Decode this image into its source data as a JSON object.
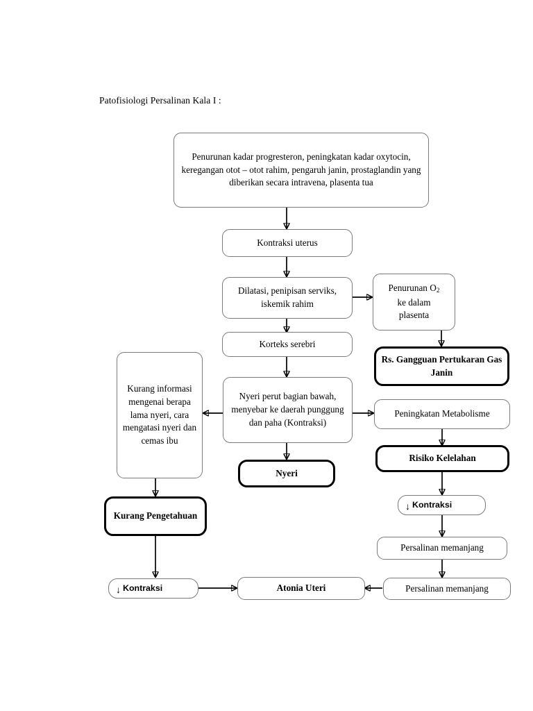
{
  "document": {
    "title": "Patofisiologi Persalinan Kala I :"
  },
  "colors": {
    "background": "#ffffff",
    "text": "#000000",
    "thin_border": "#7a7a7a",
    "thick_border": "#000000",
    "connector": "#000000"
  },
  "nodes": {
    "trigger": {
      "text": "Penurunan kadar progresteron, peningkatan kadar oxytocin, keregangan otot – otot rahim, pengaruh janin, prostaglandin yang diberikan secara intravena, plasenta tua",
      "style": "thin"
    },
    "kontraksi_uterus": {
      "text": "Kontraksi uterus",
      "style": "thin"
    },
    "dilatasi": {
      "text": "Dilatasi, penipisan serviks, iskemik rahim",
      "style": "thin"
    },
    "penurunan_o2": {
      "text_line1": "Penurunan O",
      "subscript": "2",
      "text_line2": "ke dalam",
      "text_line3": "plasenta",
      "style": "thin"
    },
    "korteks_serebri": {
      "text": "Korteks serebri",
      "style": "thin"
    },
    "rs_gangguan": {
      "text": "Rs. Gangguan Pertukaran Gas Janin",
      "style": "thick"
    },
    "kurang_informasi": {
      "text": "Kurang informasi mengenai berapa lama nyeri, cara mengatasi nyeri dan cemas ibu",
      "style": "thin"
    },
    "nyeri_perut": {
      "text": "Nyeri perut bagian bawah, menyebar ke daerah punggung dan paha (Kontraksi)",
      "style": "thin"
    },
    "peningkatan_metabolisme": {
      "text": "Peningkatan Metabolisme",
      "style": "thin"
    },
    "nyeri": {
      "text": "Nyeri",
      "style": "thick"
    },
    "risiko_kelelahan": {
      "text": "Risiko Kelelahan",
      "style": "thick"
    },
    "kurang_pengetahuan": {
      "text": "Kurang Pengetahuan",
      "style": "thick"
    },
    "kontraksi_right": {
      "arrow_glyph": "↓",
      "text": "Kontraksi",
      "style": "thin-sans"
    },
    "persalinan_memanjang_1": {
      "text": "Persalinan memanjang",
      "style": "thin"
    },
    "persalinan_memanjang_2": {
      "text": "Persalinan memanjang",
      "style": "thin"
    },
    "kontraksi_left": {
      "arrow_glyph": "↓",
      "text": "Kontraksi",
      "style": "thin-sans"
    },
    "atonia_uteri": {
      "text": "Atonia Uteri",
      "style": "thin-bold"
    }
  },
  "edges": [
    {
      "from": "trigger",
      "to": "kontraksi_uterus",
      "direction": "down"
    },
    {
      "from": "kontraksi_uterus",
      "to": "dilatasi",
      "direction": "down"
    },
    {
      "from": "dilatasi",
      "to": "penurunan_o2",
      "direction": "right"
    },
    {
      "from": "dilatasi",
      "to": "korteks_serebri",
      "direction": "down"
    },
    {
      "from": "penurunan_o2",
      "to": "rs_gangguan",
      "direction": "down"
    },
    {
      "from": "korteks_serebri",
      "to": "nyeri_perut",
      "direction": "down"
    },
    {
      "from": "nyeri_perut",
      "to": "kurang_informasi",
      "direction": "left"
    },
    {
      "from": "nyeri_perut",
      "to": "peningkatan_metabolisme",
      "direction": "right"
    },
    {
      "from": "nyeri_perut",
      "to": "nyeri",
      "direction": "down"
    },
    {
      "from": "peningkatan_metabolisme",
      "to": "risiko_kelelahan",
      "direction": "down"
    },
    {
      "from": "kurang_informasi",
      "to": "kurang_pengetahuan",
      "direction": "down"
    },
    {
      "from": "risiko_kelelahan",
      "to": "kontraksi_right",
      "direction": "down"
    },
    {
      "from": "kontraksi_right",
      "to": "persalinan_memanjang_1",
      "direction": "down"
    },
    {
      "from": "persalinan_memanjang_1",
      "to": "persalinan_memanjang_2",
      "direction": "down"
    },
    {
      "from": "persalinan_memanjang_2",
      "to": "atonia_uteri",
      "direction": "left"
    },
    {
      "from": "kurang_pengetahuan",
      "to": "kontraksi_left",
      "direction": "down"
    },
    {
      "from": "kontraksi_left",
      "to": "atonia_uteri",
      "direction": "right"
    }
  ]
}
